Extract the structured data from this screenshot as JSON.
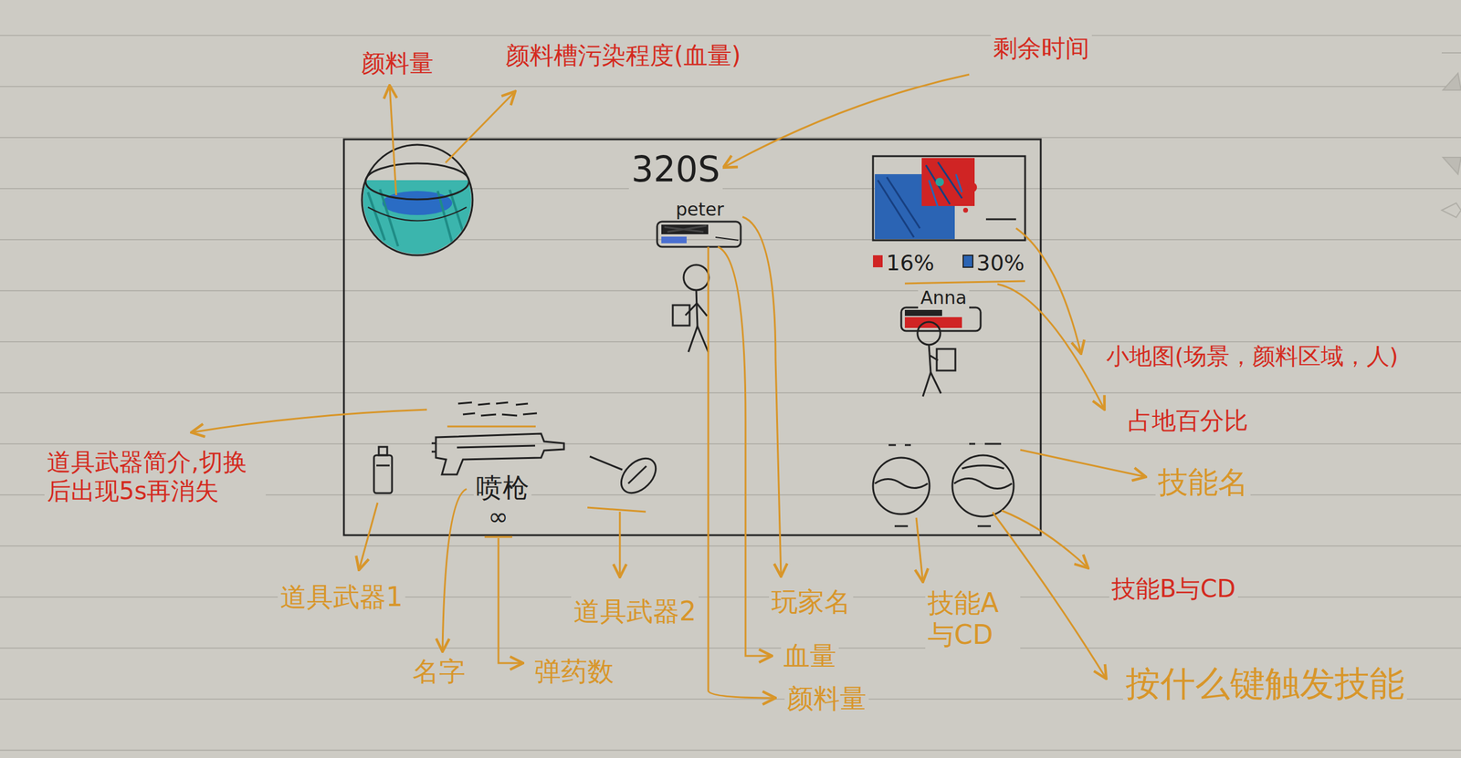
{
  "diagram": {
    "labels": [
      "颜料量",
      "颜料槽污染程度(血量)",
      "剩余时间",
      "320S",
      "peter",
      "16%",
      "30%",
      "Anna",
      "小地图(场景，颜料区域，人)",
      "占地百分比",
      "道具武器简介,切换 后出现5s再消失",
      "喷枪",
      "∞",
      "技能名",
      "道具武器1",
      "技能B与CD",
      "玩家名",
      "道具武器2",
      "技能A 与CD",
      "血量",
      "名字",
      "弹药数",
      "按什么键触发技能",
      "颜料量"
    ]
  }
}
